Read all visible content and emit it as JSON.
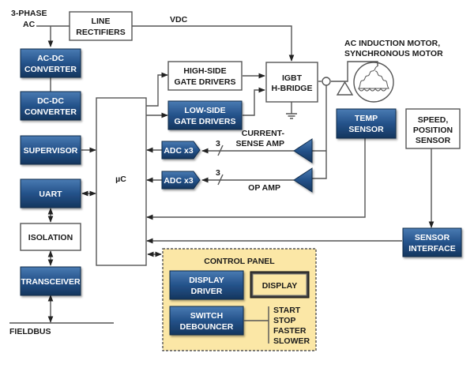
{
  "colors": {
    "block_blue_top": "#3f6fa6",
    "block_blue_bottom": "#15365e",
    "control_panel_fill": "#fbe7a6",
    "wire": "#555555",
    "text_dark": "#1a1a1a",
    "text_light": "#ffffff"
  },
  "inputs": {
    "ac_source": [
      "3-PHASE",
      "AC"
    ],
    "vdc": "VDC",
    "fieldbus": "FIELDBUS"
  },
  "blocks": {
    "line_rectifiers": [
      "LINE",
      "RECTIFIERS"
    ],
    "ac_dc_converter": [
      "AC-DC",
      "CONVERTER"
    ],
    "dc_dc_converter": [
      "DC-DC",
      "CONVERTER"
    ],
    "supervisor": [
      "SUPERVISOR"
    ],
    "uart": [
      "UART"
    ],
    "isolation": [
      "ISOLATION"
    ],
    "transceiver": [
      "TRANSCEIVER"
    ],
    "microcontroller": [
      "µC"
    ],
    "high_side_gate_drivers": [
      "HIGH-SIDE",
      "GATE DRIVERS"
    ],
    "low_side_gate_drivers": [
      "LOW-SIDE",
      "GATE DRIVERS"
    ],
    "igbt_h_bridge": [
      "IGBT",
      "H-BRIDGE"
    ],
    "motor": [
      "AC INDUCTION MOTOR,",
      "SYNCHRONOUS MOTOR"
    ],
    "temp_sensor": [
      "TEMP",
      "SENSOR"
    ],
    "speed_position_sensor": [
      "SPEED,",
      "POSITION",
      "SENSOR"
    ],
    "sensor_interface": [
      "SENSOR",
      "INTERFACE"
    ],
    "adc_1": [
      "ADC x3"
    ],
    "adc_2": [
      "ADC x3"
    ],
    "current_sense_amp": [
      "CURRENT-",
      "SENSE AMP"
    ],
    "op_amp": [
      "OP AMP"
    ],
    "bus_width_1": "3",
    "bus_width_2": "3"
  },
  "control_panel": {
    "title": "CONTROL PANEL",
    "display_driver": [
      "DISPLAY",
      "DRIVER"
    ],
    "display": "DISPLAY",
    "switch_debouncer": [
      "SWITCH",
      "DEBOUNCER"
    ],
    "switches": [
      "START",
      "STOP",
      "FASTER",
      "SLOWER"
    ]
  }
}
